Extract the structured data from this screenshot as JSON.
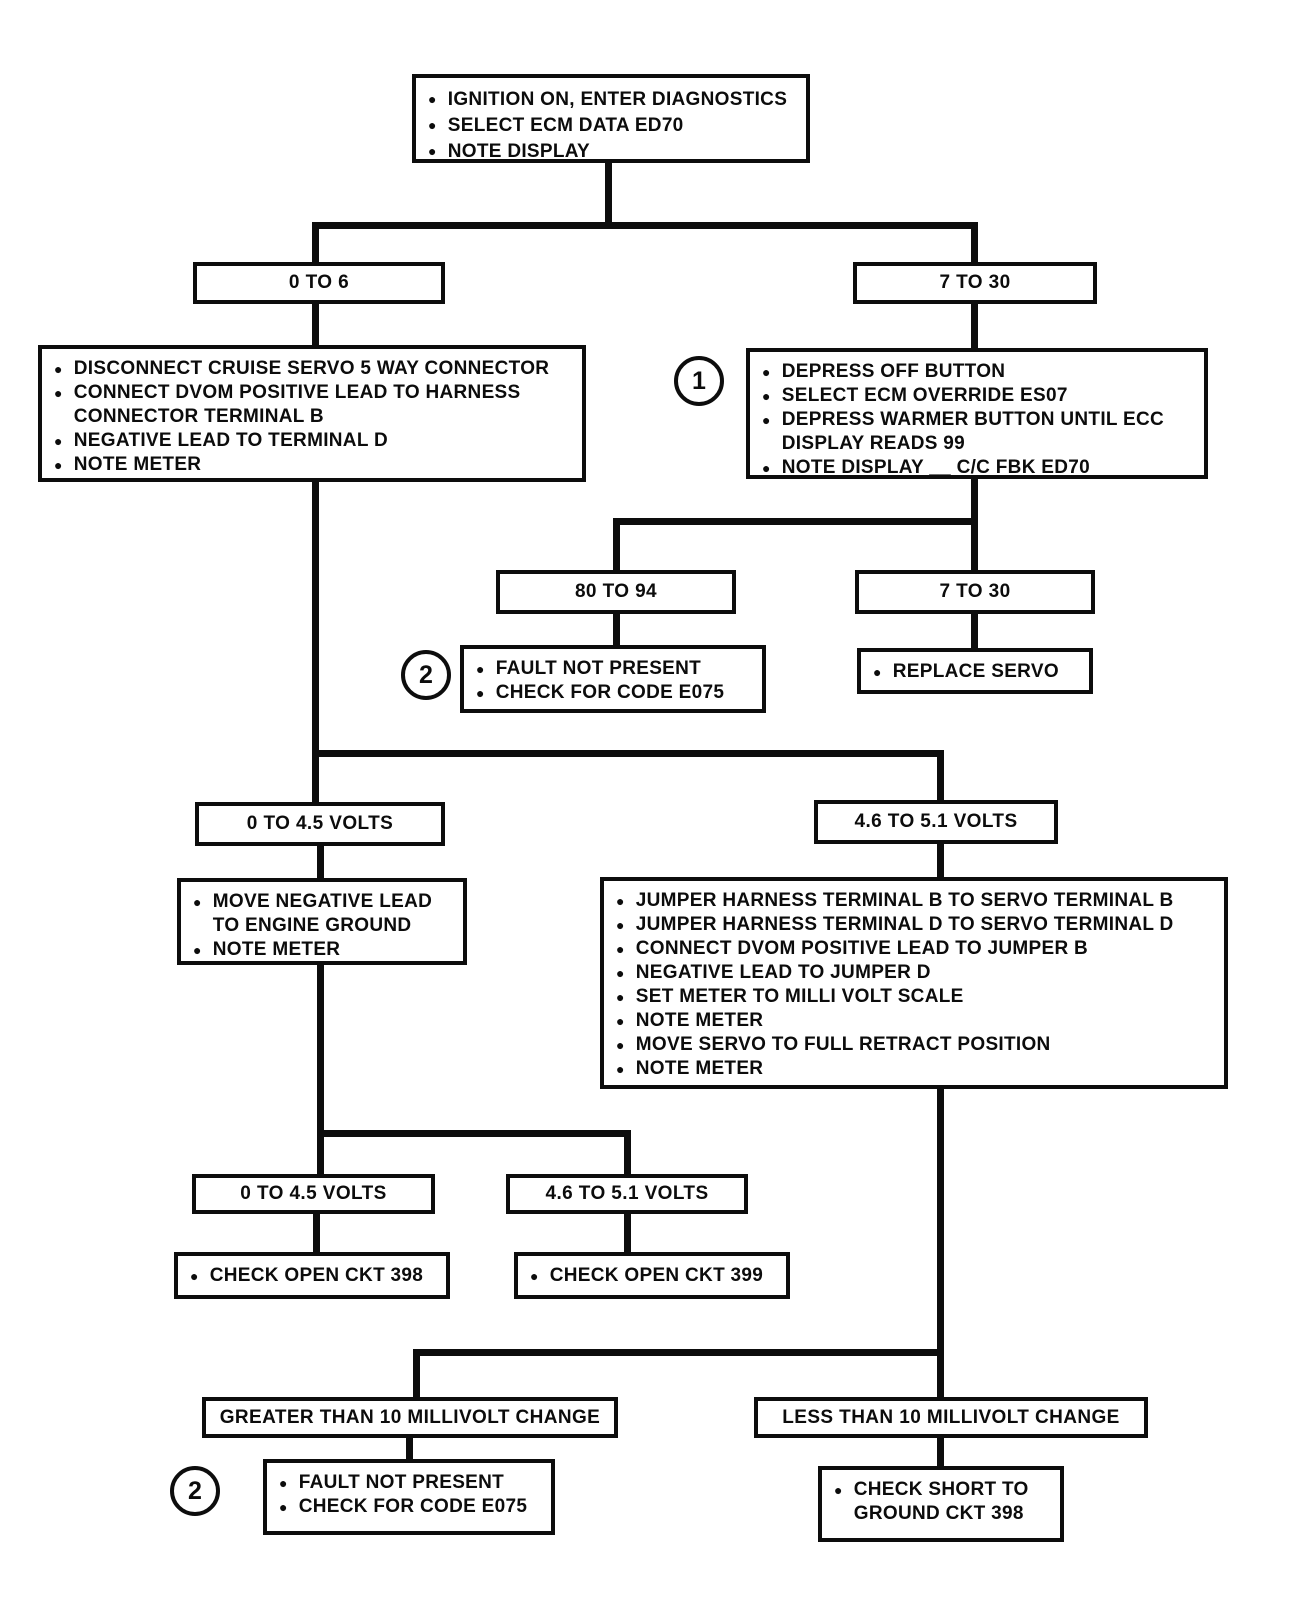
{
  "page": {
    "background": "#ffffff",
    "ink": "#0d0d0d"
  },
  "flowchart": {
    "nodes": {
      "start": {
        "items": [
          "IGNITION ON, ENTER DIAGNOSTICS",
          "SELECT ECM DATA ED70",
          "NOTE DISPLAY"
        ]
      },
      "branch_0_to_6": {
        "label": "0 TO 6"
      },
      "branch_7_to_30": {
        "label": "7 TO 30"
      },
      "disconnect_servo": {
        "items": [
          "DISCONNECT CRUISE SERVO 5 WAY CONNECTOR",
          "CONNECT DVOM POSITIVE LEAD TO HARNESS CONNECTOR TERMINAL B",
          "NEGATIVE LEAD TO TERMINAL D",
          "NOTE METER"
        ]
      },
      "ecm_override": {
        "badge": "1",
        "items": [
          "DEPRESS OFF BUTTON",
          "SELECT ECM OVERRIDE ES07",
          "DEPRESS WARMER BUTTON UNTIL ECC DISPLAY READS 99",
          "NOTE DISPLAY __ C/C FBK ED70"
        ]
      },
      "branch_80_to_94": {
        "label": "80 TO 94"
      },
      "branch_7_to_30_servo": {
        "label": "7 TO 30"
      },
      "fault_not_present_top": {
        "badge": "2",
        "items": [
          "FAULT NOT PRESENT",
          "CHECK FOR CODE E075"
        ]
      },
      "replace_servo": {
        "items": [
          "REPLACE SERVO"
        ]
      },
      "branch_0_to_45_volts": {
        "label": "0 TO 4.5 VOLTS"
      },
      "branch_46_to_51_volts": {
        "label": "4.6 TO 5.1 VOLTS"
      },
      "move_negative_lead": {
        "items": [
          "MOVE NEGATIVE LEAD TO ENGINE GROUND",
          "NOTE METER"
        ]
      },
      "jumper_test": {
        "items": [
          "JUMPER HARNESS TERMINAL B TO SERVO TERMINAL B",
          "JUMPER HARNESS TERMINAL D TO SERVO TERMINAL D",
          "CONNECT DVOM POSITIVE LEAD TO JUMPER B",
          "NEGATIVE LEAD TO JUMPER D",
          "SET METER TO MILLI VOLT SCALE",
          "NOTE METER",
          "MOVE SERVO TO FULL RETRACT POSITION",
          "NOTE METER"
        ]
      },
      "branch_0_to_45_volts_b": {
        "label": "0 TO 4.5 VOLTS"
      },
      "branch_46_to_51_volts_b": {
        "label": "4.6 TO 5.1 VOLTS"
      },
      "check_open_ckt_398": {
        "items": [
          "CHECK OPEN CKT 398"
        ]
      },
      "check_open_ckt_399": {
        "items": [
          "CHECK OPEN CKT 399"
        ]
      },
      "branch_greater_10mv": {
        "label": "GREATER THAN 10 MILLIVOLT CHANGE"
      },
      "branch_less_10mv": {
        "label": "LESS THAN 10 MILLIVOLT CHANGE"
      },
      "fault_not_present_bottom": {
        "badge": "2",
        "items": [
          "FAULT NOT PRESENT",
          "CHECK FOR CODE E075"
        ]
      },
      "check_short_ground_398": {
        "items": [
          "CHECK SHORT TO GROUND CKT 398"
        ]
      }
    }
  }
}
